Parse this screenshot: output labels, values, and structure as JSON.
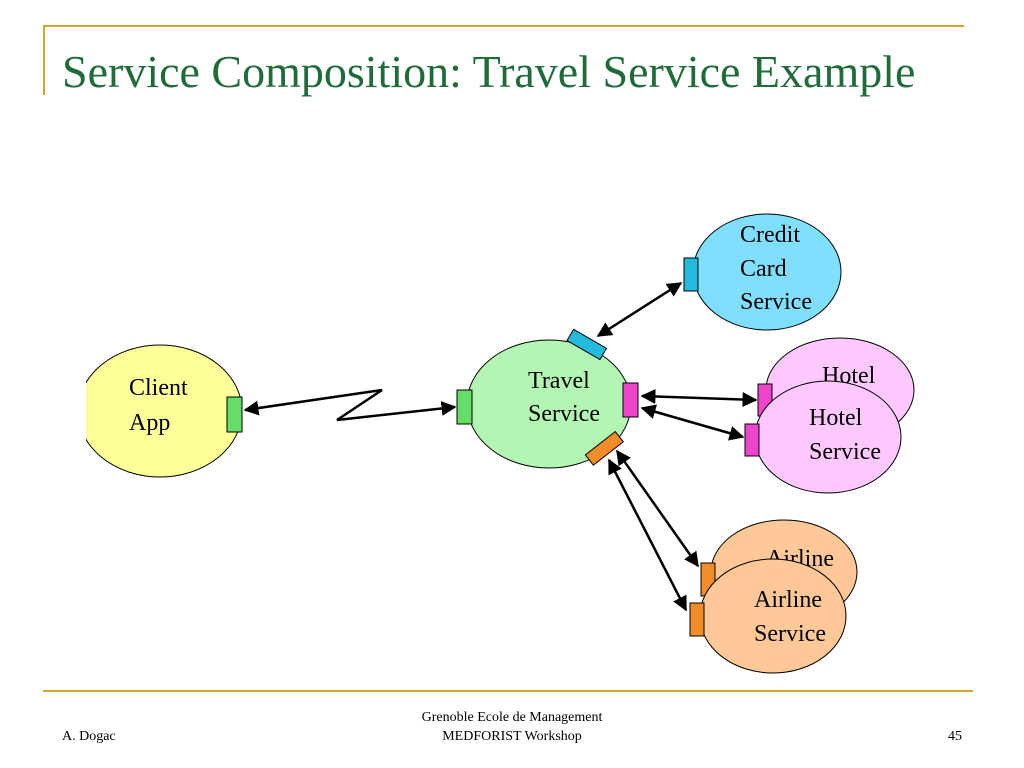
{
  "slide": {
    "title": "Service Composition: Travel Service Example",
    "accent_color": "#d4a52a",
    "title_color": "#1f6b3a"
  },
  "diagram": {
    "client": {
      "line1": "Client",
      "line2": "App",
      "fill": "#ffff99"
    },
    "travel": {
      "line1": "Travel",
      "line2": "Service",
      "fill": "#b3f5b3"
    },
    "credit": {
      "line1": "Credit",
      "line2": "Card",
      "line3": "Service",
      "fill": "#80dfff"
    },
    "hotel_back": {
      "line1": "Hotel",
      "fill": "#ffc8ff"
    },
    "hotel_front": {
      "line1": "Hotel",
      "line2": "Service",
      "fill": "#ffc8ff"
    },
    "airline_back": {
      "line1": "Airline",
      "fill": "#ffc896"
    },
    "airline_front": {
      "line1": "Airline",
      "line2": "Service",
      "fill": "#ffc896"
    },
    "port_colors": {
      "client": "#66dd66",
      "credit": "#22bbdd",
      "hotel": "#ee44cc",
      "airline": "#f28c28"
    }
  },
  "footer": {
    "author": "A. Dogac",
    "event_line1": "Grenoble Ecole de Management",
    "event_line2": "MEDFORIST Workshop",
    "page_number": "45"
  }
}
